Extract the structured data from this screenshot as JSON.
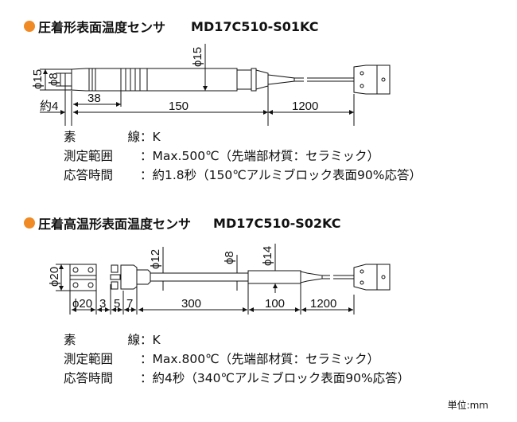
{
  "sections": [
    {
      "title": "圧着形表面温度センサ",
      "model": "MD17C510-S01KC",
      "dims": {
        "d15_left": "ϕ15",
        "d8": "ϕ8",
        "d15_body": "ϕ15",
        "approx4": "約4",
        "l38": "38",
        "l150": "150",
        "l1200": "1200"
      },
      "specs": [
        {
          "k1": "素",
          "k2": "線",
          "v": "K"
        },
        {
          "k": "測定範囲",
          "v": "Max.500℃（先端部材質：セラミック）"
        },
        {
          "k": "応答時間",
          "v": "約1.8秒（150℃アルミブロック表面90%応答）"
        }
      ]
    },
    {
      "title": "圧着高温形表面温度センサ",
      "model": "MD17C510-S02KC",
      "dims": {
        "d20_v": "ϕ20",
        "d12": "ϕ12",
        "d8": "ϕ8",
        "d14": "ϕ14",
        "d20": "ϕ20",
        "l3": "3",
        "l5": "5",
        "l7": "7",
        "l300": "300",
        "l100": "100",
        "l1200": "1200"
      },
      "specs": [
        {
          "k1": "素",
          "k2": "線",
          "v": "K"
        },
        {
          "k": "測定範囲",
          "v": "Max.800℃（先端部材質：セラミック）"
        },
        {
          "k": "応答時間",
          "v": "約4秒（340℃アルミブロック表面90%応答）"
        }
      ]
    }
  ],
  "sep": "：",
  "unit": "単位:mm",
  "accent": "#f08a24"
}
